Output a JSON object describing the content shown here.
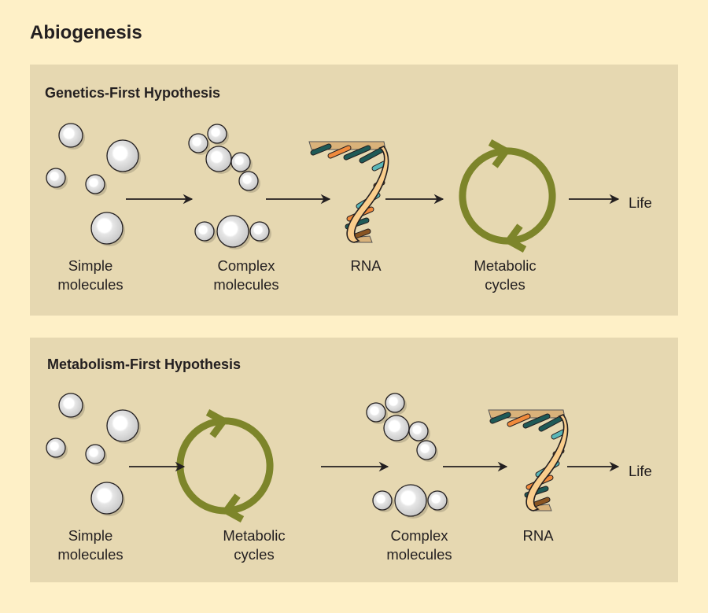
{
  "title": "Abiogenesis",
  "colors": {
    "background": "#fef0c7",
    "panel": "#e6d8b1",
    "cycle_green": "#7d852a",
    "arrow": "#231f20",
    "rna_backbone": "#f9cd8c",
    "rna_teal_dark": "#1f5a57",
    "rna_orange": "#f08a3c",
    "rna_teal_light": "#5ab7b8",
    "rna_brown": "#8a5522",
    "molecule_fill": "#d9d9d9"
  },
  "panels": [
    {
      "title": "Genetics-First Hypothesis",
      "steps": [
        {
          "icon": "simple-molecules-icon",
          "label_line1": "Simple",
          "label_line2": "molecules"
        },
        {
          "icon": "complex-molecules-icon",
          "label_line1": "Complex",
          "label_line2": "molecules"
        },
        {
          "icon": "rna-helix-icon",
          "label_line1": "RNA",
          "label_line2": ""
        },
        {
          "icon": "metabolic-cycle-icon",
          "label_line1": "Metabolic",
          "label_line2": "cycles"
        }
      ],
      "end_label": "Life"
    },
    {
      "title": "Metabolism-First Hypothesis",
      "steps": [
        {
          "icon": "simple-molecules-icon",
          "label_line1": "Simple",
          "label_line2": "molecules"
        },
        {
          "icon": "metabolic-cycle-icon",
          "label_line1": "Metabolic",
          "label_line2": "cycles"
        },
        {
          "icon": "complex-molecules-icon",
          "label_line1": "Complex",
          "label_line2": "molecules"
        },
        {
          "icon": "rna-helix-icon",
          "label_line1": "RNA",
          "label_line2": ""
        }
      ],
      "end_label": "Life"
    }
  ]
}
